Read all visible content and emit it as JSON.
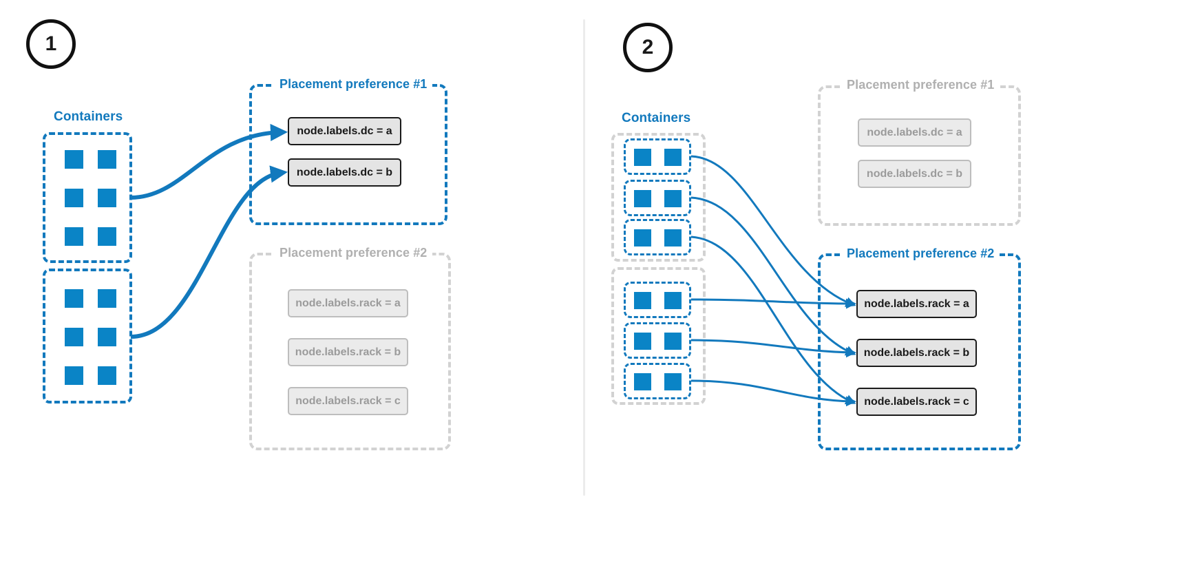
{
  "panels": [
    {
      "badge": "1",
      "containers_label": "Containers",
      "preferences": [
        {
          "title": "Placement preference #1",
          "state": "active",
          "chips": [
            "node.labels.dc = a",
            "node.labels.dc = b"
          ]
        },
        {
          "title": "Placement preference #2",
          "state": "muted",
          "chips": [
            "node.labels.rack = a",
            "node.labels.rack = b",
            "node.labels.rack = c"
          ]
        }
      ],
      "container_groups": [
        {
          "rows": [
            [
              "container",
              "container"
            ],
            [
              "container",
              "container"
            ],
            [
              "container",
              "container"
            ]
          ]
        },
        {
          "rows": [
            [
              "container",
              "container"
            ],
            [
              "container",
              "container"
            ],
            [
              "container",
              "container"
            ]
          ]
        }
      ]
    },
    {
      "badge": "2",
      "containers_label": "Containers",
      "preferences": [
        {
          "title": "Placement preference #1",
          "state": "muted",
          "chips": [
            "node.labels.dc = a",
            "node.labels.dc = b"
          ]
        },
        {
          "title": "Placement preference #2",
          "state": "active",
          "chips": [
            "node.labels.rack = a",
            "node.labels.rack = b",
            "node.labels.rack = c"
          ]
        }
      ],
      "container_groups": [
        {
          "rows": [
            [
              "container",
              "container"
            ],
            [
              "container",
              "container"
            ],
            [
              "container",
              "container"
            ]
          ]
        },
        {
          "rows": [
            [
              "container",
              "container"
            ],
            [
              "container",
              "container"
            ],
            [
              "container",
              "container"
            ]
          ]
        }
      ]
    }
  ],
  "colors": {
    "accent_blue": "#1279bd",
    "cell_blue": "#0a84c6",
    "muted_gray": "#d2d2d2",
    "muted_text": "#9b9b9b",
    "chip_fill": "#e6e6e6",
    "chip_border_active": "#1a1a1a",
    "divider": "#ececec"
  }
}
